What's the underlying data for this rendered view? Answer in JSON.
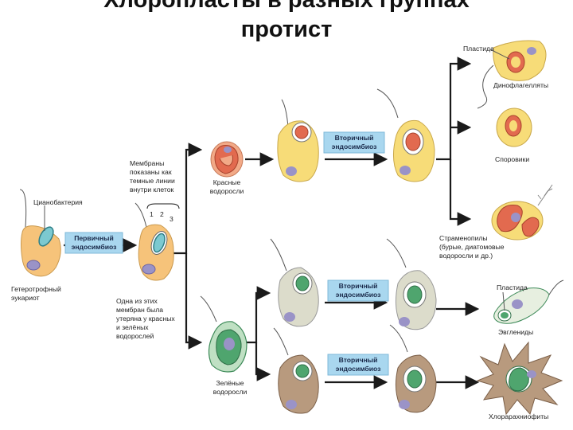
{
  "title": {
    "line1": "Хлоропласты в разных группах",
    "line2": "протист"
  },
  "events": {
    "primary": [
      "Первичный",
      "эндосимбиоз"
    ],
    "secondary": [
      "Вторичный",
      "эндосимбиоз"
    ]
  },
  "labels": {
    "cyanobacterium": "Цианобактерия",
    "heterotroph": [
      "Гетеротрофный",
      "эукариот"
    ],
    "membranes_note": [
      "Мембраны",
      "показаны как",
      "темные линии",
      "внутри клеток"
    ],
    "membrane_numbers": [
      "1",
      "2",
      "3"
    ],
    "lost_membrane_note": [
      "Одна из этих",
      "мембран была",
      "утеряна у красных",
      "и зелёных",
      "водорослей"
    ],
    "red_algae": [
      "Красные",
      "водоросли"
    ],
    "green_algae": [
      "Зелёные",
      "водоросли"
    ],
    "plastid_top": "Пластида",
    "dinoflagellates": "Динофлагелляты",
    "apicomplexa": "Споровики",
    "stramenopiles": [
      "Страменопилы",
      "(бурые, диатомовые",
      "водоросли и др.)"
    ],
    "plastid_euglena": "Пластида",
    "euglenids": "Эвглениды",
    "chlorarachniophytes": "Хлорарахниофиты"
  },
  "colors": {
    "yellow_cell": "#f7dc78",
    "orange_cell": "#f6c37a",
    "red_plastid": "#e26a4f",
    "green_plastid": "#4fa56e",
    "green_cell": "#bfe0c3",
    "grey_cell": "#dcdccb",
    "brown_cell": "#b89a7e",
    "nucleus": "#9a93c7",
    "event_box": "#a9d7ef"
  }
}
